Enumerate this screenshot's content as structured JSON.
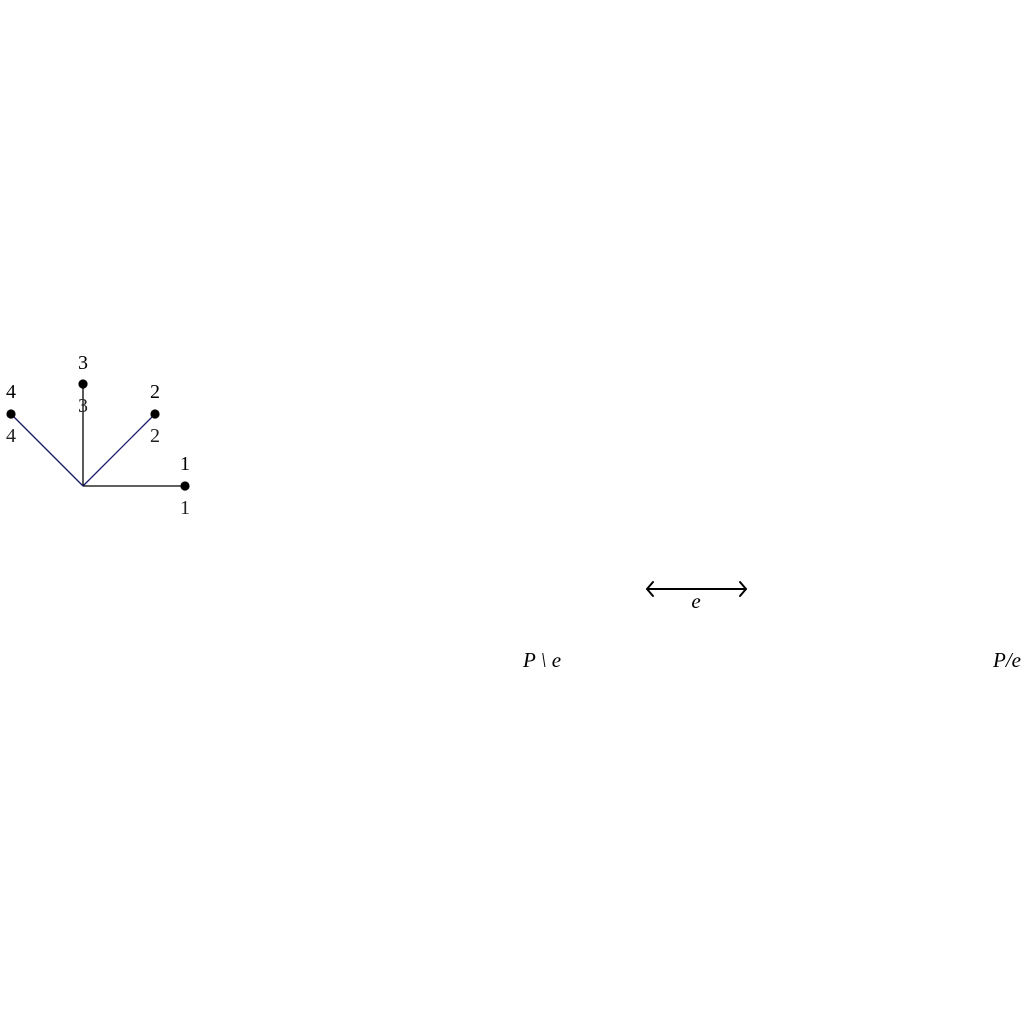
{
  "diagram": {
    "vertices": [
      {
        "label_top": "1",
        "label_bottom": "1"
      },
      {
        "label_top": "2",
        "label_bottom": "2"
      },
      {
        "label_top": "3",
        "label_bottom": "3"
      },
      {
        "label_top": "4",
        "label_bottom": "4"
      }
    ],
    "edge_label": "e",
    "deletion_label": "P \\ e",
    "contraction_label": "P/e"
  },
  "colors": {
    "edge_blue": "#1a1a6e",
    "edge_black": "#000000",
    "vertex": "#000000"
  }
}
